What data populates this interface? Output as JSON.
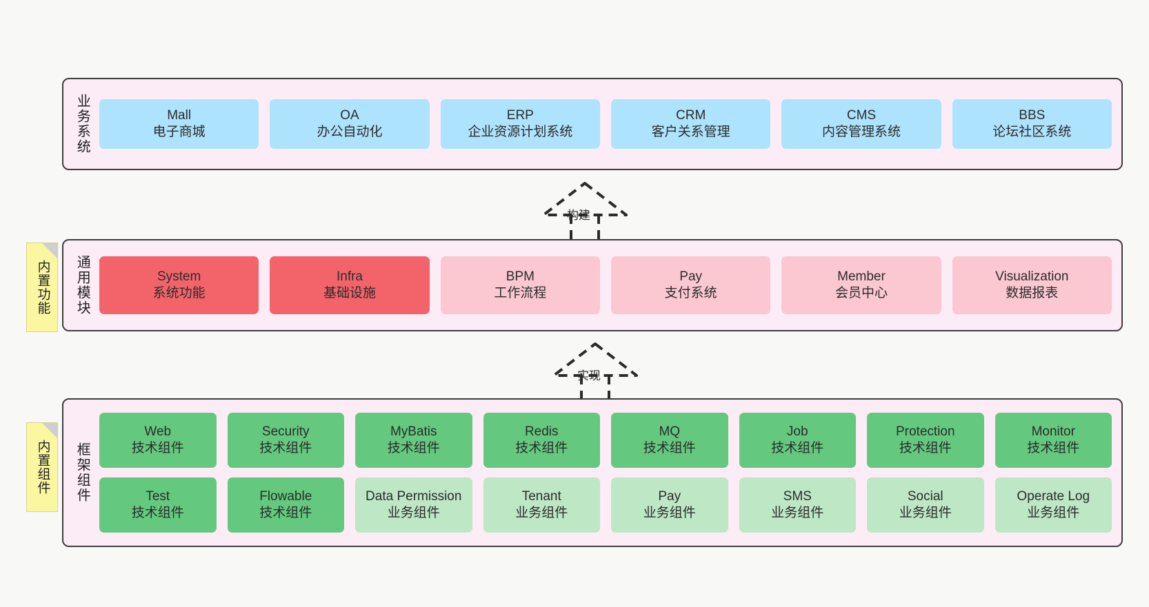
{
  "diagram": {
    "title": "",
    "colors": {
      "layer_bg": "#fbecf6",
      "layer_border": "#3d3d3d",
      "business": "#ade3fd",
      "core_module": "#f2646a",
      "optional_module": "#fbc8d2",
      "tech_component": "#64c97e",
      "biz_component": "#bde7c5",
      "note_bg": "#fbf7a0",
      "page_bg": "#f8f8f6"
    }
  },
  "layers": [
    {
      "id": "business-systems",
      "title": "业务系统",
      "rows": [
        {
          "cells": [
            {
              "name": "Mall",
              "desc": "电子商城",
              "style": "c-blue"
            },
            {
              "name": "OA",
              "desc": "办公自动化",
              "style": "c-blue"
            },
            {
              "name": "ERP",
              "desc": "企业资源计划系统",
              "style": "c-blue"
            },
            {
              "name": "CRM",
              "desc": "客户关系管理",
              "style": "c-blue"
            },
            {
              "name": "CMS",
              "desc": "内容管理系统",
              "style": "c-blue"
            },
            {
              "name": "BBS",
              "desc": "论坛社区系统",
              "style": "c-blue"
            }
          ]
        }
      ]
    },
    {
      "id": "common-modules",
      "title": "通用模块",
      "note": "内置功能",
      "rows": [
        {
          "cells": [
            {
              "name": "System",
              "desc": "系统功能",
              "style": "c-red"
            },
            {
              "name": "Infra",
              "desc": "基础设施",
              "style": "c-red"
            },
            {
              "name": "BPM",
              "desc": "工作流程",
              "style": "c-pink"
            },
            {
              "name": "Pay",
              "desc": "支付系统",
              "style": "c-pink"
            },
            {
              "name": "Member",
              "desc": "会员中心",
              "style": "c-pink"
            },
            {
              "name": "Visualization",
              "desc": "数据报表",
              "style": "c-pink"
            }
          ]
        }
      ]
    },
    {
      "id": "framework-components",
      "title": "框架组件",
      "note": "内置组件",
      "rows": [
        {
          "cells": [
            {
              "name": "Web",
              "desc": "技术组件",
              "style": "c-green"
            },
            {
              "name": "Security",
              "desc": "技术组件",
              "style": "c-green"
            },
            {
              "name": "MyBatis",
              "desc": "技术组件",
              "style": "c-green"
            },
            {
              "name": "Redis",
              "desc": "技术组件",
              "style": "c-green"
            },
            {
              "name": "MQ",
              "desc": "技术组件",
              "style": "c-green"
            },
            {
              "name": "Job",
              "desc": "技术组件",
              "style": "c-green"
            },
            {
              "name": "Protection",
              "desc": "技术组件",
              "style": "c-green"
            },
            {
              "name": "Monitor",
              "desc": "技术组件",
              "style": "c-green"
            }
          ]
        },
        {
          "cells": [
            {
              "name": "Test",
              "desc": "技术组件",
              "style": "c-green"
            },
            {
              "name": "Flowable",
              "desc": "技术组件",
              "style": "c-green"
            },
            {
              "name": "Data Permission",
              "desc": "业务组件",
              "style": "c-greenlite"
            },
            {
              "name": "Tenant",
              "desc": "业务组件",
              "style": "c-greenlite"
            },
            {
              "name": "Pay",
              "desc": "业务组件",
              "style": "c-greenlite"
            },
            {
              "name": "SMS",
              "desc": "业务组件",
              "style": "c-greenlite"
            },
            {
              "name": "Social",
              "desc": "业务组件",
              "style": "c-greenlite"
            },
            {
              "name": "Operate Log",
              "desc": "业务组件",
              "style": "c-greenlite"
            }
          ]
        }
      ]
    }
  ],
  "connectors": [
    {
      "id": "build",
      "label": "构建",
      "from": "common-modules",
      "to": "business-systems"
    },
    {
      "id": "realize",
      "label": "实现",
      "from": "framework-components",
      "to": "common-modules"
    }
  ]
}
